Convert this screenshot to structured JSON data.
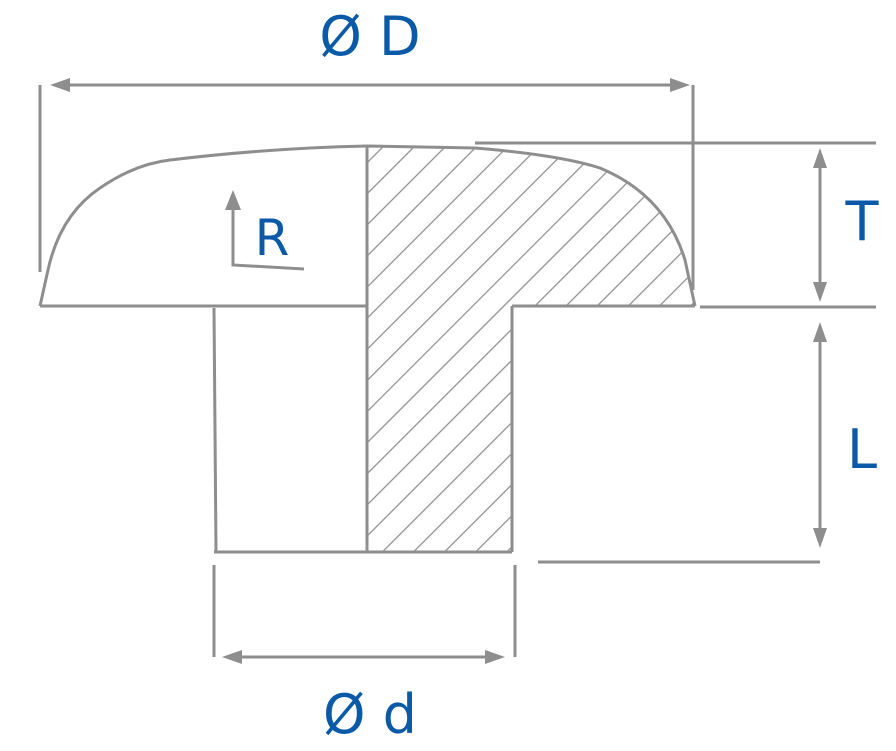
{
  "labels": {
    "outer_diameter": "Ø D",
    "shank_diameter": "Ø d",
    "head_thickness": "T",
    "shank_length": "L",
    "radius": "R"
  },
  "colors": {
    "line": "#8e8e8e",
    "label": "#0a5aa8"
  }
}
